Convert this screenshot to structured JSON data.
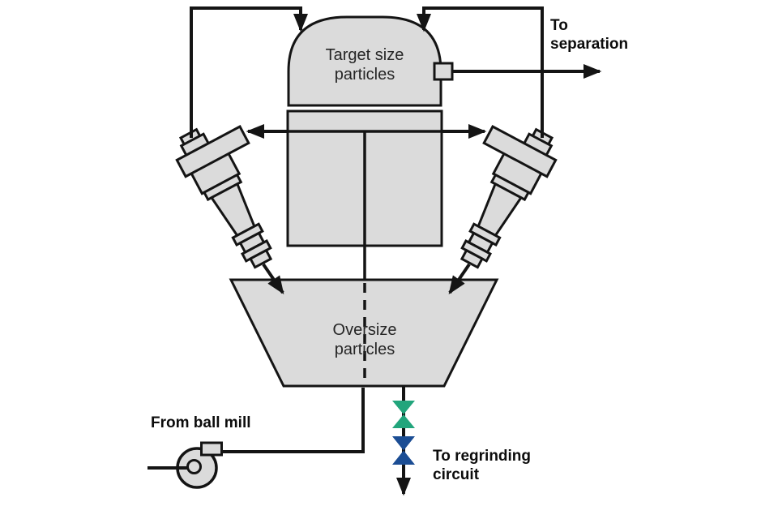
{
  "colors": {
    "background": "#ffffff",
    "shape_fill": "#dbdbdb",
    "line": "#141414",
    "valve_green": "#22a57c",
    "valve_blue": "#1b4d94",
    "label_text": "#0c0c0c"
  },
  "equipment": {
    "classifier_dome": {
      "label": "Target size\nparticles"
    },
    "oversize_hopper": {
      "label": "Oversize\nparticles"
    }
  },
  "streams": {
    "to_separation": {
      "label": "To\nseparation"
    },
    "from_ball_mill": {
      "label": "From ball mill"
    },
    "to_regrinding": {
      "label": "To regrinding\ncircuit"
    }
  },
  "icons": {
    "pump": "centrifugal-pump-icon",
    "upper_valve": "valve-icon-green",
    "lower_valve": "valve-icon-blue",
    "arrowhead": "flow-arrowhead-icon"
  }
}
